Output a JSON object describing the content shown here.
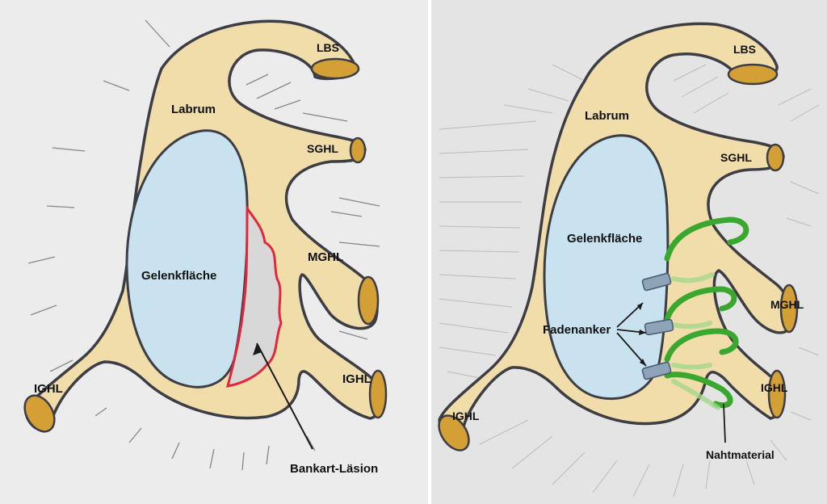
{
  "left_panel": {
    "labels": {
      "lbs": "LBS",
      "labrum": "Labrum",
      "sghl": "SGHL",
      "mghl": "MGHL",
      "ighl_left": "IGHL",
      "ighl_right": "IGHL",
      "glenoid": "Gelenkfläche",
      "bankart": "Bankart-Läsion"
    }
  },
  "right_panel": {
    "labels": {
      "lbs": "LBS",
      "labrum": "Labrum",
      "sghl": "SGHL",
      "mghl": "MGHL",
      "ighl_left": "IGHL",
      "ighl_right": "IGHL",
      "glenoid": "Gelenkfläche",
      "anchors": "Fadenanker",
      "suture": "Nahtmaterial"
    }
  },
  "colors": {
    "ligament_fill": "#f0ddaa",
    "ligament_stroke": "#3d3d45",
    "glenoid_fill": "#c9e2ef",
    "lesion_outline": "#e0283c",
    "lesion_fill": "#d8d8d8",
    "suture": "#3aa82e",
    "ligament_end": "#d4a035",
    "paper_left": "#ececec",
    "paper_right": "#e4e4e4"
  }
}
